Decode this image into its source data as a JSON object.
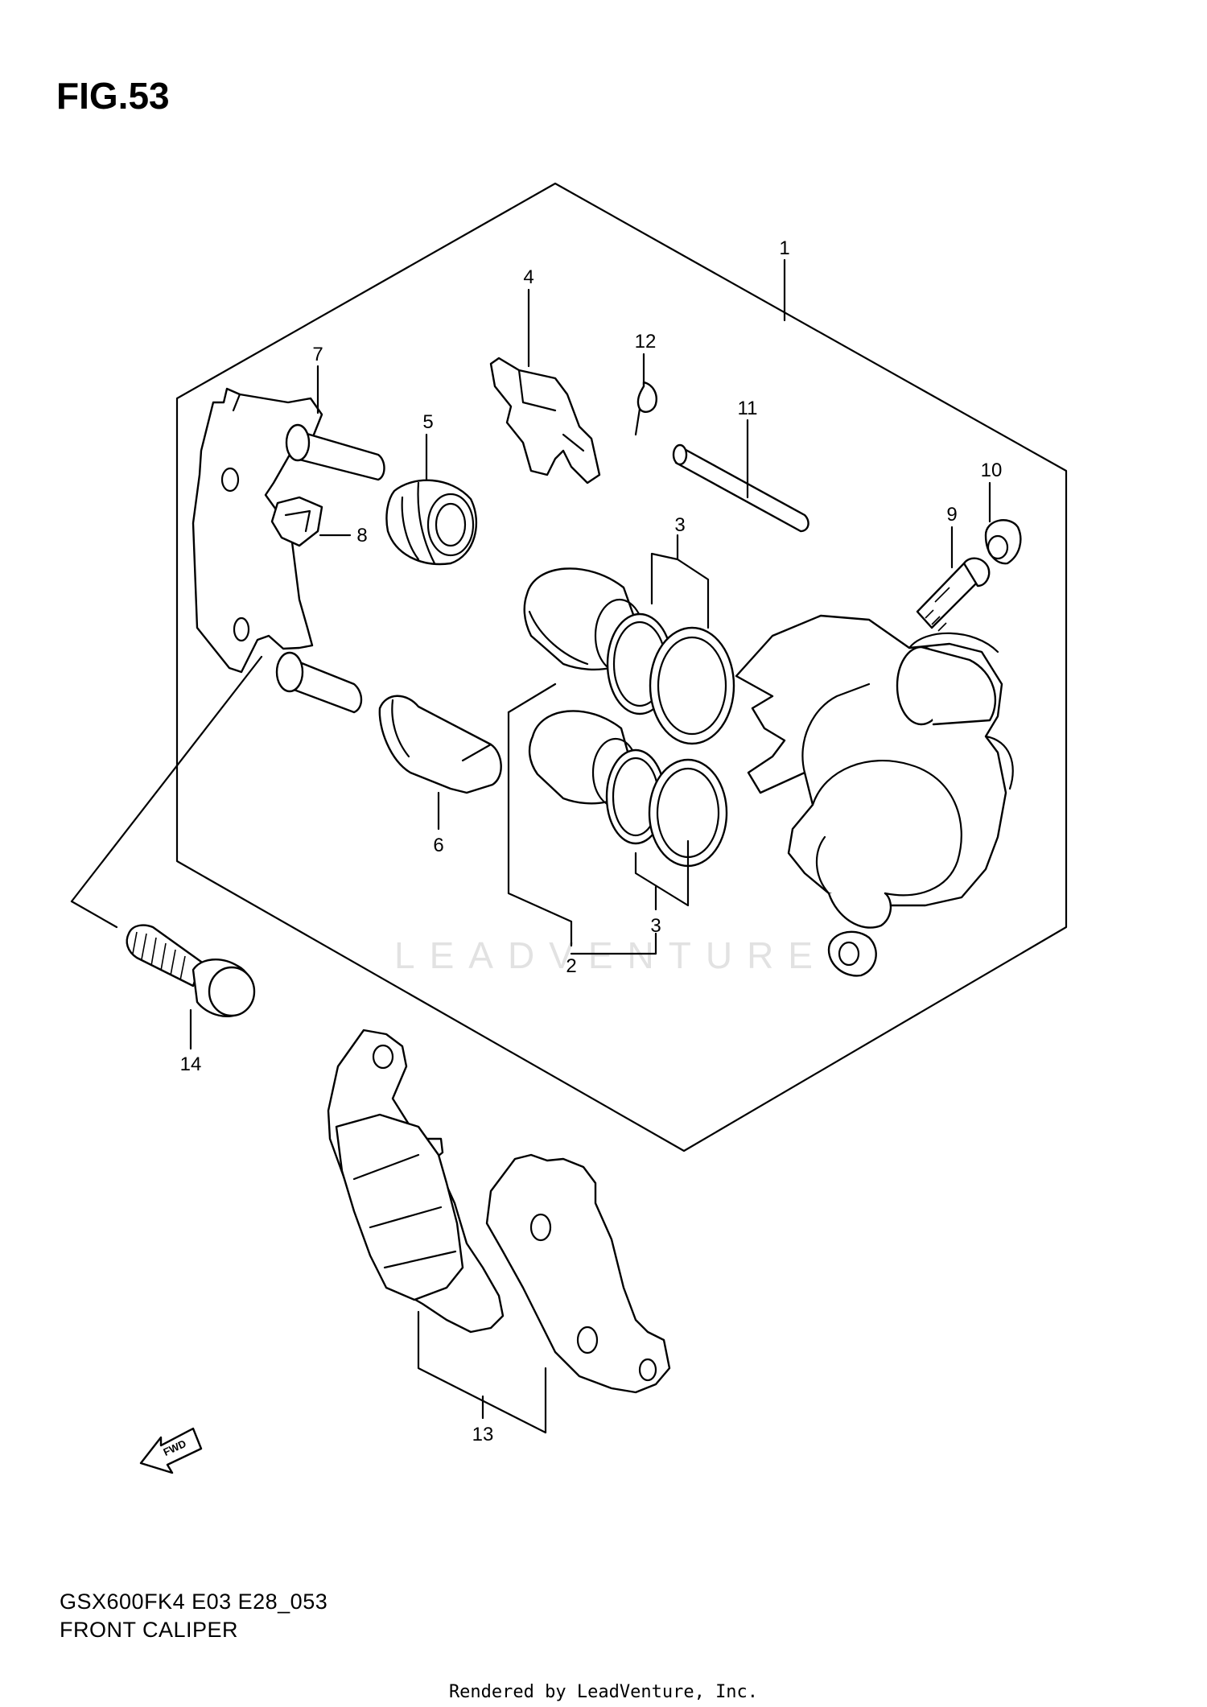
{
  "figure_label": "FIG.53",
  "callouts": [
    {
      "id": "c1",
      "text": "1"
    },
    {
      "id": "c2",
      "text": "2"
    },
    {
      "id": "c3a",
      "text": "3"
    },
    {
      "id": "c3b",
      "text": "3"
    },
    {
      "id": "c4",
      "text": "4"
    },
    {
      "id": "c5",
      "text": "5"
    },
    {
      "id": "c6",
      "text": "6"
    },
    {
      "id": "c7",
      "text": "7"
    },
    {
      "id": "c8",
      "text": "8"
    },
    {
      "id": "c9",
      "text": "9"
    },
    {
      "id": "c10",
      "text": "10"
    },
    {
      "id": "c11",
      "text": "11"
    },
    {
      "id": "c12",
      "text": "12"
    },
    {
      "id": "c13",
      "text": "13"
    },
    {
      "id": "c14",
      "text": "14"
    }
  ],
  "fwd_label": "FWD",
  "watermark": "LEADVENTURE",
  "model_code": "GSX600FK4 E03 E28_053",
  "diagram_name": "FRONT CALIPER",
  "footer": "Rendered by LeadVenture, Inc."
}
